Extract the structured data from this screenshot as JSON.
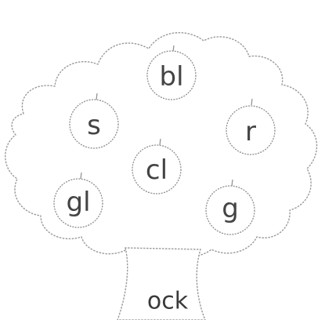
{
  "worksheet": {
    "apples": [
      {
        "label": "bl"
      },
      {
        "label": "s"
      },
      {
        "label": "r"
      },
      {
        "label": "cl"
      },
      {
        "label": "gl"
      },
      {
        "label": "g"
      }
    ],
    "trunk_label": "ock"
  }
}
